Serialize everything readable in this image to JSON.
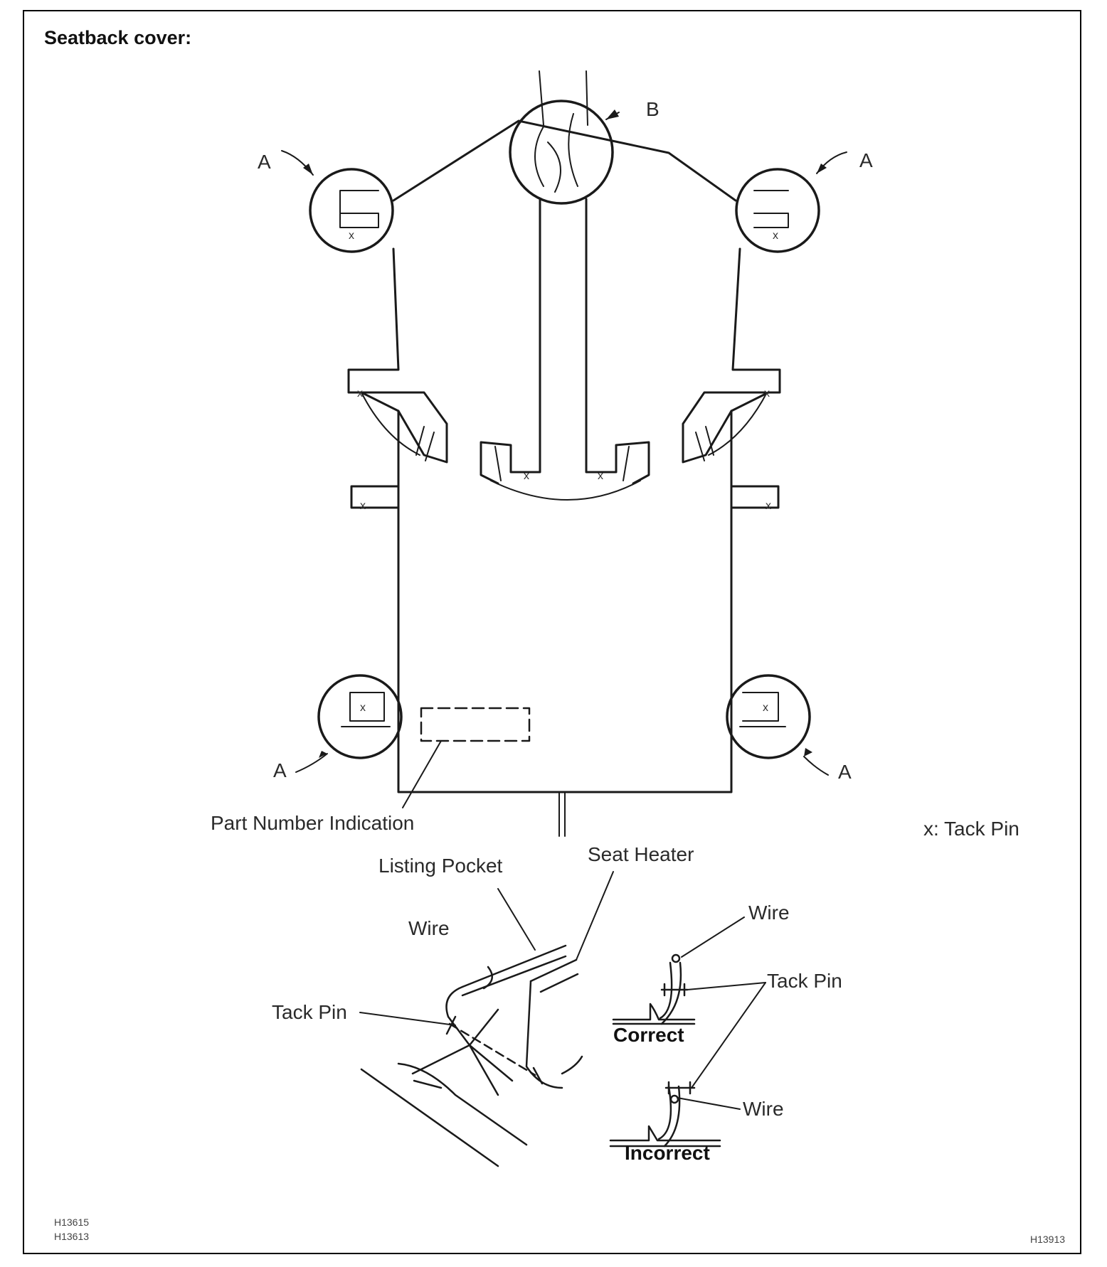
{
  "title": "Seatback cover:",
  "labels": {
    "a_top_left": "A",
    "b_top": "B",
    "a_top_right": "A",
    "a_bottom_left": "A",
    "a_bottom_right": "A",
    "x_mark": "x",
    "part_number": "Part Number Indication",
    "legend": "x: Tack Pin",
    "listing_pocket": "Listing Pocket",
    "seat_heater": "Seat Heater",
    "wire_left": "Wire",
    "tack_pin_left": "Tack Pin",
    "wire_correct": "Wire",
    "tack_pin_right": "Tack Pin",
    "correct": "Correct",
    "wire_incorrect": "Wire",
    "incorrect": "Incorrect"
  },
  "codes": {
    "code1": "H13615",
    "code2": "H13613",
    "code3": "H13913"
  }
}
